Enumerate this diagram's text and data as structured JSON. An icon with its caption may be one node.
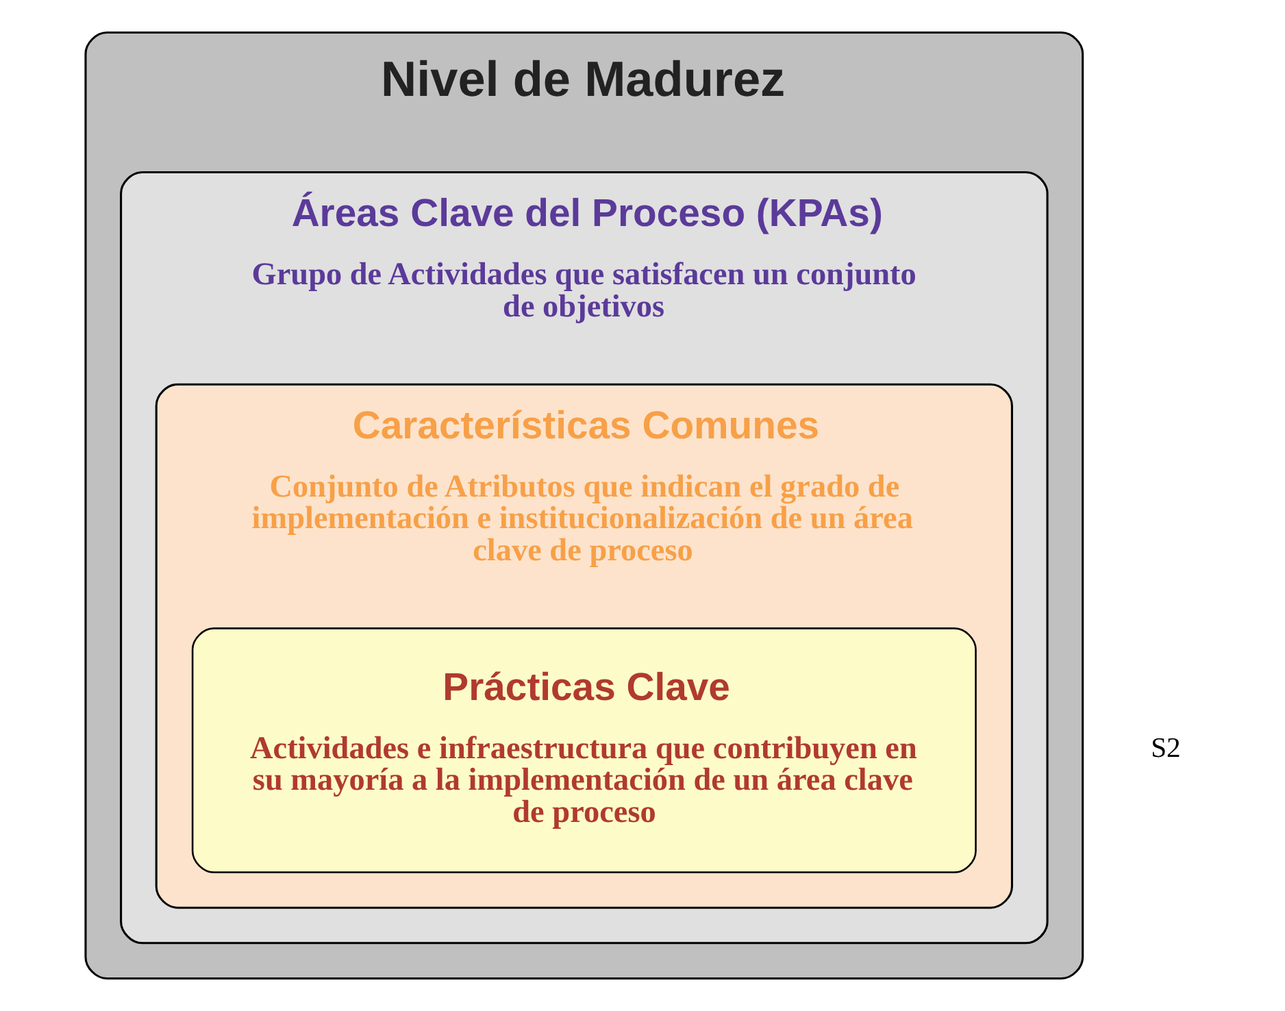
{
  "diagram": {
    "nodes": [
      {
        "text": [
          "Nivel de Madurez"
        ]
      },
      {
        "text": [
          "Áreas Clave del Proceso (KPAs)",
          "Grupo de Actividades que satisfacen un conjunto de objetivos"
        ],
        "in": 0
      },
      {
        "text": [
          "Características Comunes",
          "Conjunto de Atributos que indican el grado de implementación e institucionalización de un área clave de proceso"
        ],
        "in": 1
      },
      {
        "text": [
          "Prácticas Clave",
          "Actividades e infraestructura que contribuyen en su mayoría a la implementación de un área clave de proceso"
        ],
        "in": 2
      }
    ],
    "labels": [
      "S2"
    ]
  }
}
